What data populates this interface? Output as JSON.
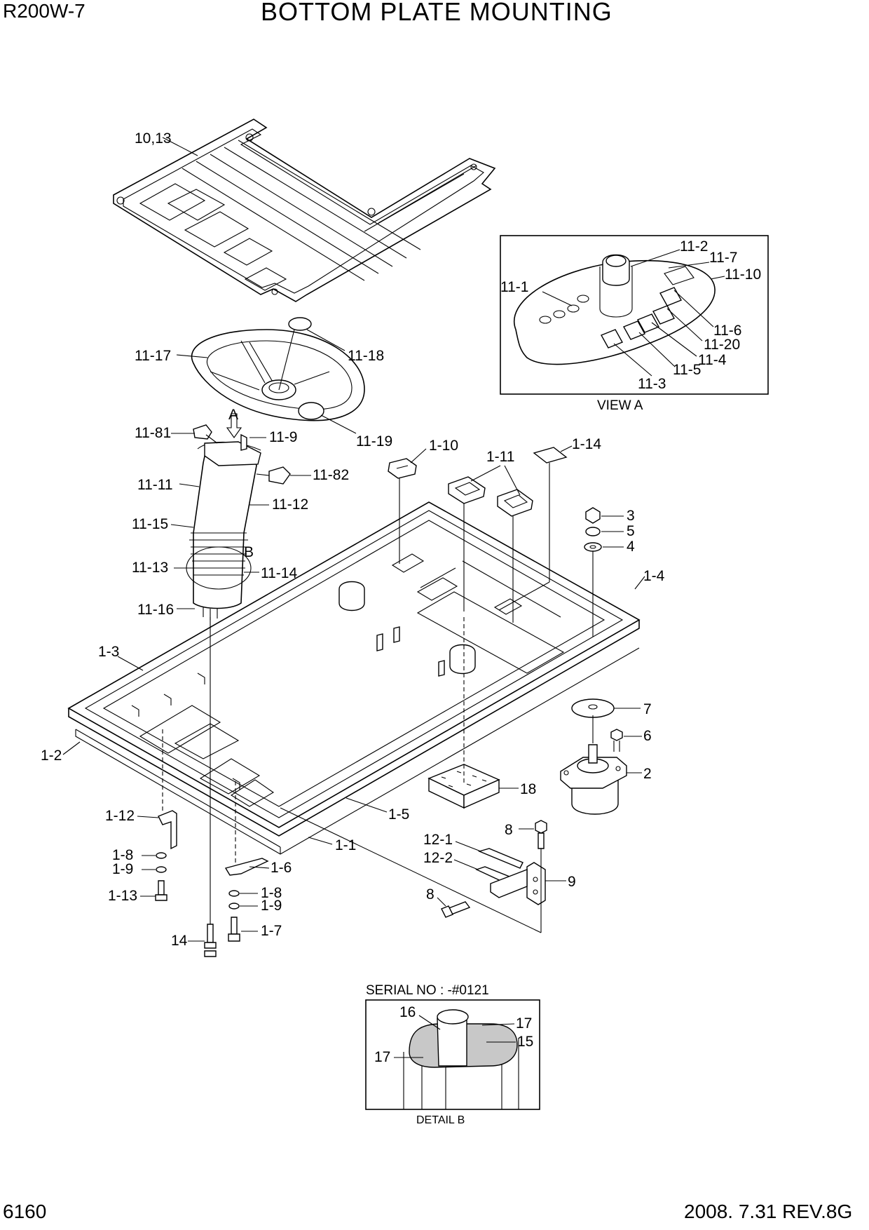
{
  "header": {
    "model": "R200W-7",
    "title": "BOTTOM PLATE MOUNTING"
  },
  "footer": {
    "page_number": "6160",
    "revision": "2008. 7.31  REV.8G"
  },
  "view_a": {
    "caption": "VIEW A",
    "labels": [
      "11-1",
      "11-2",
      "11-7",
      "11-10",
      "11-6",
      "11-20",
      "11-4",
      "11-5",
      "11-3"
    ]
  },
  "detail_b": {
    "serial": "SERIAL NO : -#0121",
    "caption": "DETAIL  B",
    "labels": [
      "16",
      "17",
      "15",
      "17"
    ]
  },
  "callouts": {
    "floor_mat": "10,13",
    "horn_cap": "11-18",
    "wheel": "11-17",
    "wheel_knob": "11-19",
    "view_a_arrow": "A",
    "detail_b_mark": "B",
    "col_81": "11-81",
    "col_9": "11-9",
    "col_82": "11-82",
    "col_11": "11-11",
    "col_12": "11-12",
    "col_15": "11-15",
    "col_13": "11-13",
    "col_14": "11-14",
    "col_16": "11-16",
    "grommet_10": "1-10",
    "grommet_11": "1-11",
    "pad_14": "1-14",
    "nut_3": "3",
    "washer_5": "5",
    "washer_4": "4",
    "frame_4": "1-4",
    "frame_3": "1-3",
    "frame_2": "1-2",
    "frame_5": "1-5",
    "frame_1": "1-1",
    "plate_7": "7",
    "bolt_6": "6",
    "mount_2": "2",
    "block_18": "18",
    "bracket_12": "1-12",
    "washer_1_8a": "1-8",
    "washer_1_9a": "1-9",
    "bolt_1_13": "1-13",
    "bracket_6": "1-6",
    "washer_1_8b": "1-8",
    "washer_1_9b": "1-9",
    "bolt_1_7": "1-7",
    "bolt_14": "14",
    "bolt_8a": "8",
    "part_12_1": "12-1",
    "part_12_2": "12-2",
    "bracket_9": "9",
    "bolt_8b": "8"
  }
}
